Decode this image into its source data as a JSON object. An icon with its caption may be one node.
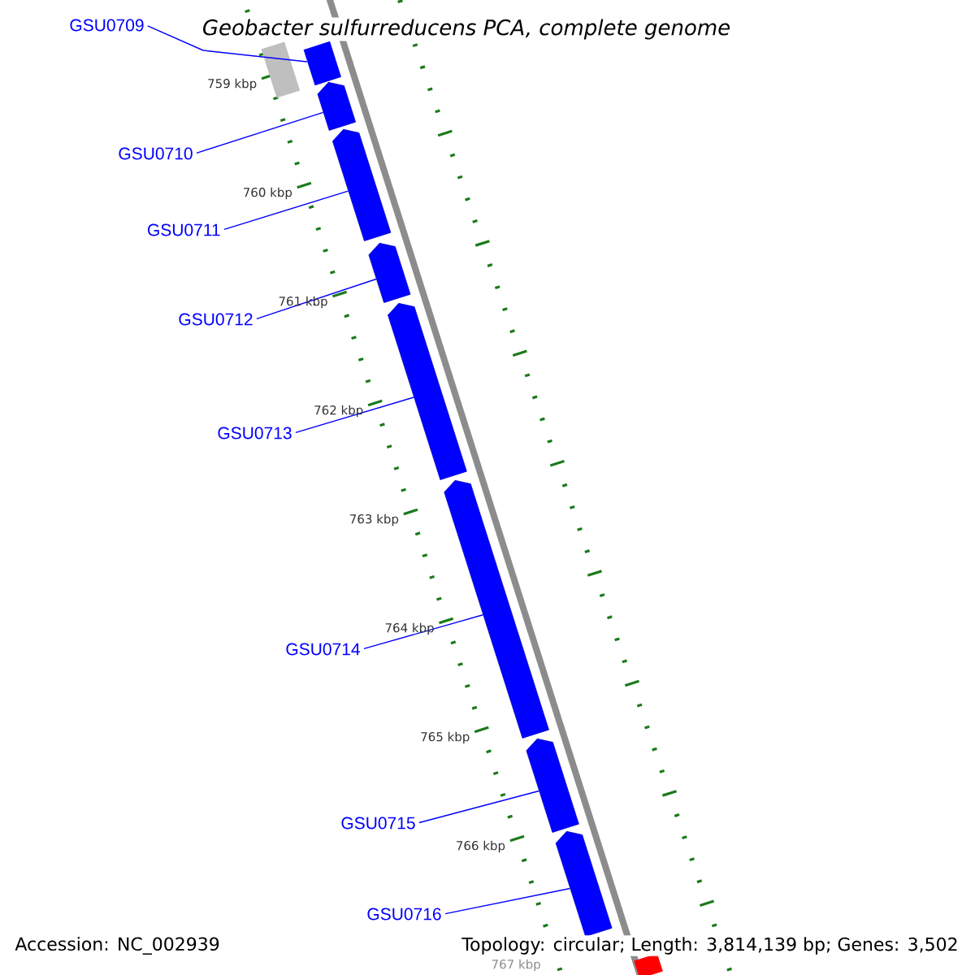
{
  "diagram": {
    "title": "Geobacter sulfurreducens PCA, complete genome",
    "nodes": [
      {
        "text": [
          "GSU0709"
        ]
      },
      {
        "text": [
          "GSU0710"
        ]
      },
      {
        "text": [
          "GSU0711"
        ]
      },
      {
        "text": [
          "GSU0712"
        ]
      },
      {
        "text": [
          "GSU0713"
        ]
      },
      {
        "text": [
          "GSU0714"
        ]
      },
      {
        "text": [
          "GSU0715"
        ]
      },
      {
        "text": [
          "GSU0716"
        ]
      },
      {
        "text": [],
        "shape": "arrow"
      },
      {
        "text": [],
        "shape": "arrow"
      },
      {
        "text": [],
        "shape": "arrow"
      },
      {
        "text": [],
        "shape": "arrow"
      },
      {
        "text": [],
        "shape": "arrow"
      },
      {
        "text": [],
        "shape": "arrow"
      },
      {
        "text": [],
        "shape": "arrow"
      },
      {
        "text": [],
        "shape": "arrow"
      },
      {
        "text": [],
        "shape": "bar"
      },
      {
        "text": [],
        "shape": "bar"
      }
    ],
    "edges": [
      {
        "from": 0,
        "to": 8,
        "arrow": "none"
      },
      {
        "from": 1,
        "to": 9,
        "arrow": "none"
      },
      {
        "from": 2,
        "to": 10,
        "arrow": "none"
      },
      {
        "from": 3,
        "to": 11,
        "arrow": "none"
      },
      {
        "from": 4,
        "to": 12,
        "arrow": "none"
      },
      {
        "from": 5,
        "to": 13,
        "arrow": "none"
      },
      {
        "from": 6,
        "to": 14,
        "arrow": "none"
      },
      {
        "from": 7,
        "to": 15,
        "arrow": "none"
      }
    ],
    "labels": [
      "759 kbp",
      "760 kbp",
      "761 kbp",
      "762 kbp",
      "763 kbp",
      "764 kbp",
      "765 kbp",
      "766 kbp",
      "767 kbp",
      "Accession: NC_002939",
      "Topology: circular; Length: 3,814,139 bp; Genes: 3,502"
    ]
  }
}
